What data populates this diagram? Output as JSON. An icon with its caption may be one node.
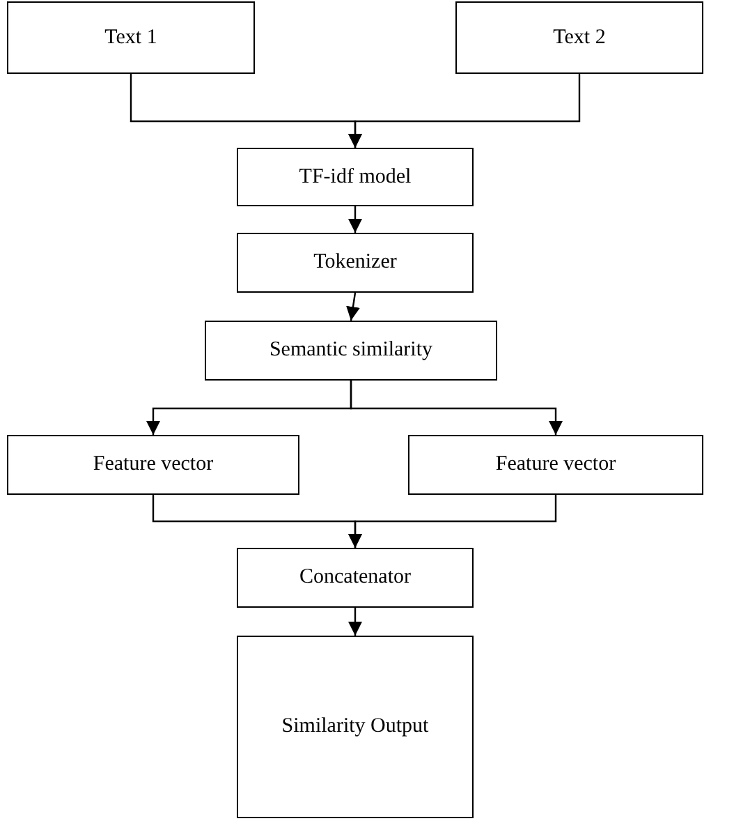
{
  "diagram": {
    "nodes": [
      {
        "text": [
          "Text 1"
        ]
      },
      {
        "text": [
          "Text 2"
        ]
      },
      {
        "text": [
          "TF-idf model"
        ]
      },
      {
        "text": [
          "Tokenizer"
        ]
      },
      {
        "text": [
          "Semantic similarity"
        ]
      },
      {
        "text": [
          "Feature vector"
        ]
      },
      {
        "text": [
          "Feature vector"
        ]
      },
      {
        "text": [
          "Concatenator"
        ]
      },
      {
        "text": [
          "Similarity Output"
        ]
      }
    ],
    "edges": [
      {
        "from": 0,
        "to": 2,
        "arrow": "to"
      },
      {
        "from": 1,
        "to": 2,
        "arrow": "to"
      },
      {
        "from": 2,
        "to": 3,
        "arrow": "to"
      },
      {
        "from": 3,
        "to": 4,
        "arrow": "to"
      },
      {
        "from": 4,
        "to": 5,
        "arrow": "to"
      },
      {
        "from": 4,
        "to": 6,
        "arrow": "to"
      },
      {
        "from": 5,
        "to": 7,
        "arrow": "to"
      },
      {
        "from": 6,
        "to": 7,
        "arrow": "to"
      },
      {
        "from": 7,
        "to": 8,
        "arrow": "to"
      }
    ]
  }
}
